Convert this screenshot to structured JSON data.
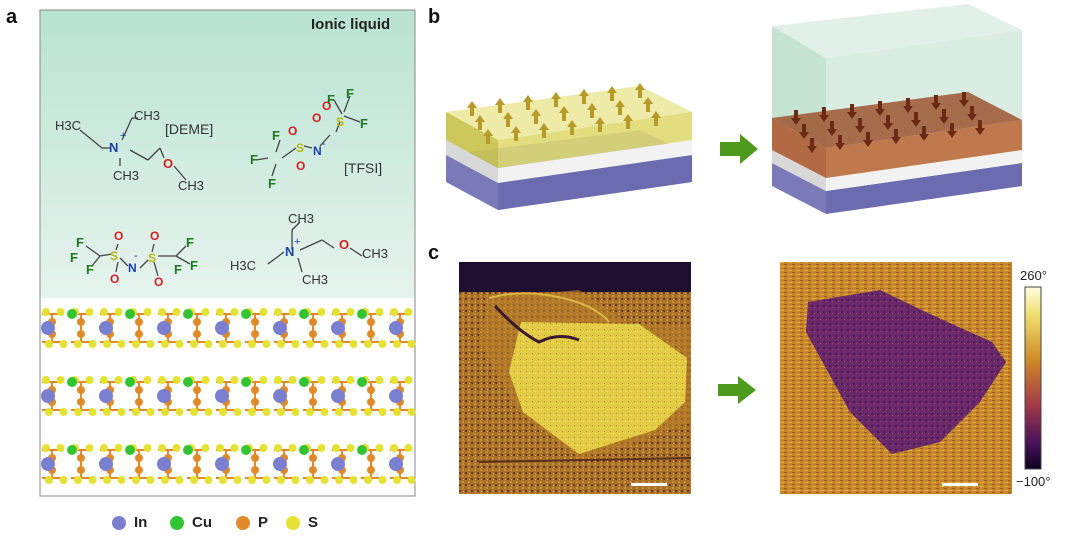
{
  "panels": {
    "a": "a",
    "b": "b",
    "c": "c"
  },
  "panel_a": {
    "box_title": "Ionic liquid",
    "deme_label": "[DEME]",
    "tfsi_label": "[TFSI]",
    "deme_atoms": {
      "h3c": "H3C",
      "ch3_top": "CH3",
      "ch3_bottom": "CH3",
      "n": "N",
      "plus": "+",
      "o": "O",
      "ch3_o": "CH3"
    },
    "tfsi_atoms": {
      "f": "F",
      "s": "S",
      "o": "O",
      "n": "N",
      "minus": "-"
    },
    "deme2_atoms": {
      "h3c": "H3C",
      "ch3_top": "CH3",
      "ch3_bottom": "CH3",
      "n": "N",
      "plus": "+",
      "o": "O",
      "ch3_o": "CH3"
    },
    "legend": [
      {
        "label": "In",
        "color": "#7b7fd0"
      },
      {
        "label": "Cu",
        "color": "#33c433"
      },
      {
        "label": "P",
        "color": "#e08a2a"
      },
      {
        "label": "S",
        "color": "#e6e235"
      }
    ]
  },
  "panel_c": {
    "colorbar_max": "260°",
    "colorbar_min": "−100°"
  }
}
